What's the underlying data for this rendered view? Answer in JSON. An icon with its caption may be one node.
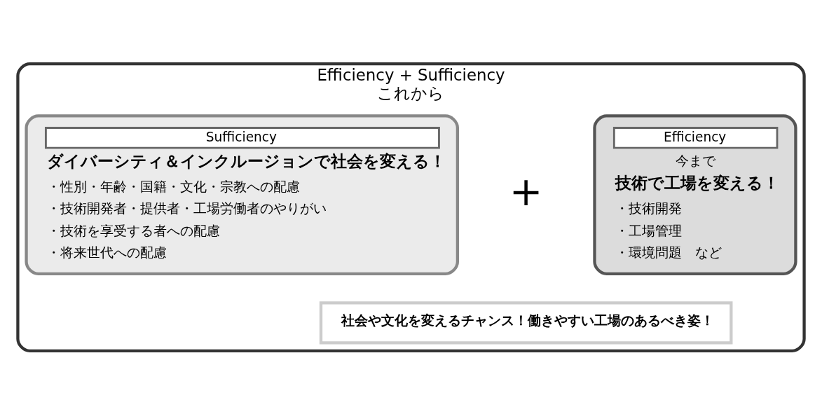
{
  "diagram": {
    "nodes": [
      {
        "text": [
          "Efficiency + Sufficiency",
          "これから"
        ]
      },
      {
        "text": [
          "Efficiency",
          "今まで",
          "技術で工場を変える！",
          "・技術開発",
          "・工場管理",
          "・環境問題　など"
        ],
        "in": 0
      },
      {
        "text": [
          "Sufficiency",
          "ダイバーシティ＆インクルージョンで社会を変える！",
          "・性別・年齢・国籍・文化・宗教への配慮",
          "・技術開発者・提供者・工場労働者のやりがい",
          "・技術を享受する者への配慮",
          "・将来世代への配慮"
        ],
        "in": 0
      },
      {
        "text": [
          "社会や文化を変えるチャンス！働きやすい工場のあるべき姿！"
        ],
        "in": 0
      }
    ],
    "edges": [],
    "labels": [
      "＋"
    ]
  }
}
